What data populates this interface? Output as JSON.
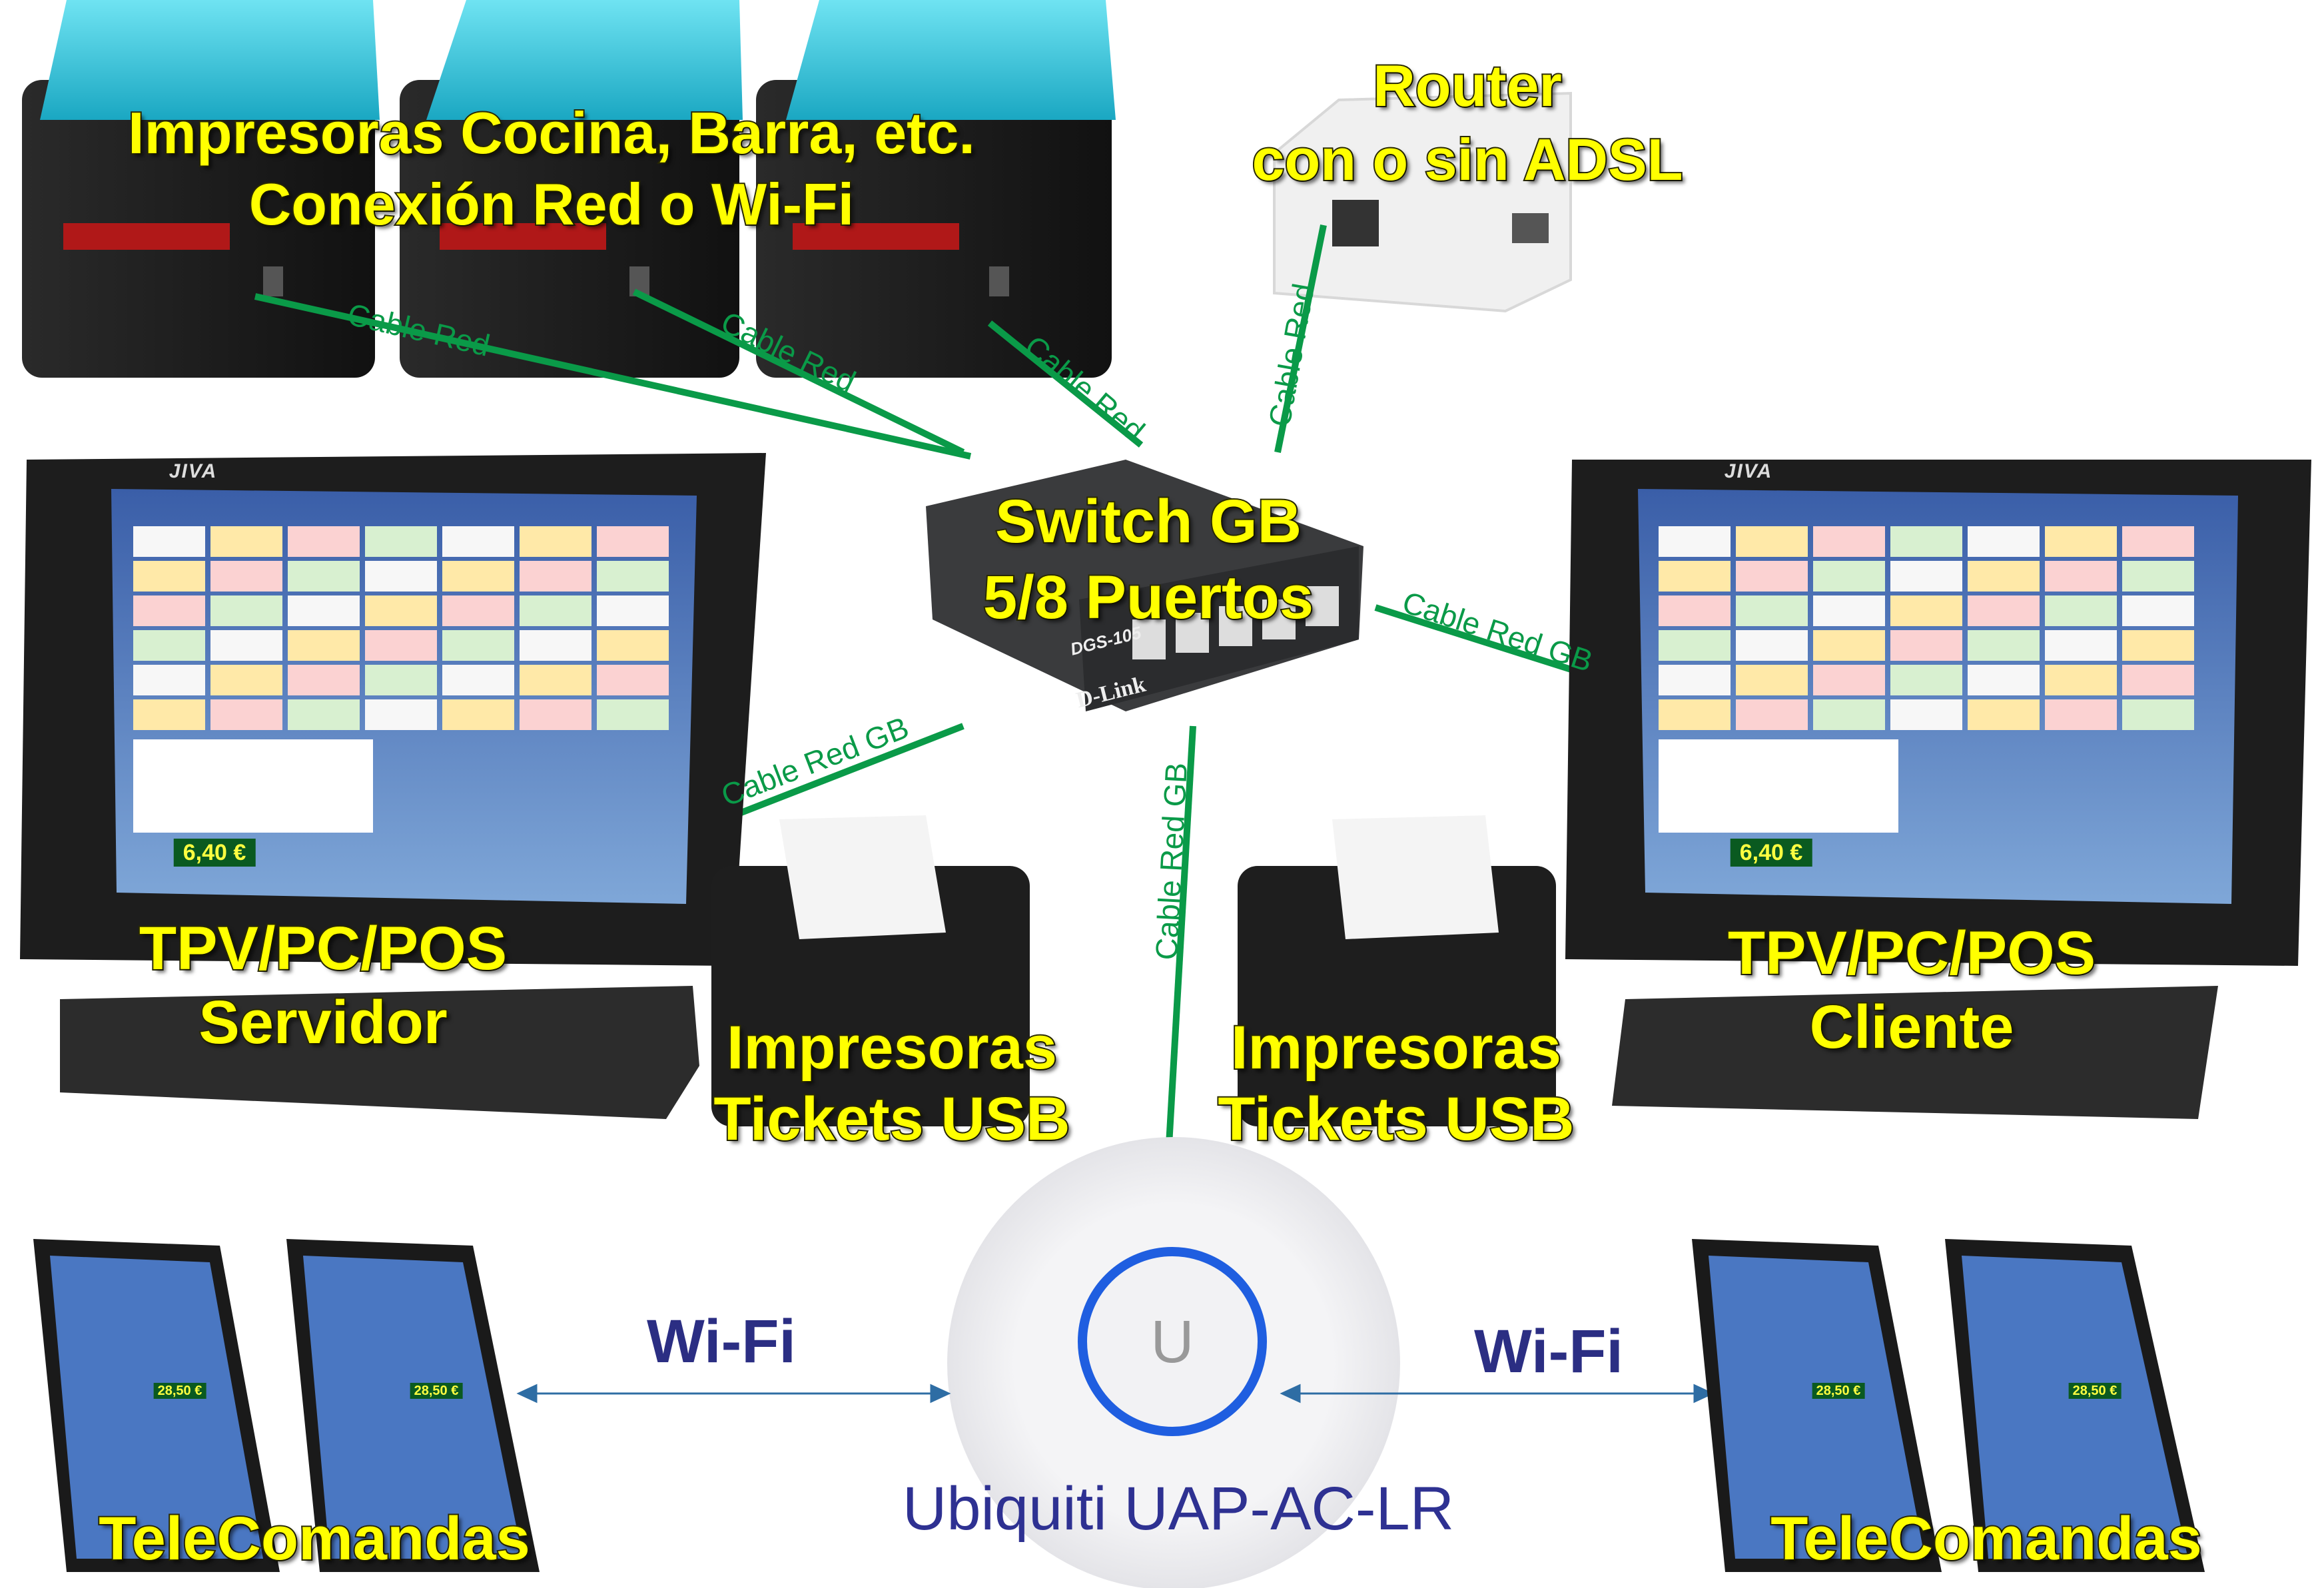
{
  "labels": {
    "kitchen_printers_line1": "Impresoras Cocina, Barra, etc.",
    "kitchen_printers_line2": "Conexión Red o Wi-Fi",
    "router_line1": "Router",
    "router_line2": "con o sin ADSL",
    "switch_line1": "Switch GB",
    "switch_line2": "5/8 Puertos",
    "server_line1": "TPV/PC/POS",
    "server_line2": "Servidor",
    "client_line1": "TPV/PC/POS",
    "client_line2": "Cliente",
    "ticket_left_line1": "Impresoras",
    "ticket_left_line2": "Tickets USB",
    "ticket_right_line1": "Impresoras",
    "ticket_right_line2": "Tickets USB",
    "wifi_left": "Wi-Fi",
    "wifi_right": "Wi-Fi",
    "access_point": "Ubiquiti UAP-AC-LR",
    "telecomandas_left": "TeleComandas",
    "telecomandas_right": "TeleComandas"
  },
  "cables": {
    "printer1": "Cable Red",
    "printer2": "Cable Red",
    "printer3": "Cable Red",
    "router": "Cable Red",
    "client": "Cable Red GB",
    "server": "Cable Red GB",
    "access_point": "Cable Red GB"
  },
  "device_text": {
    "switch_model": "DGS-105",
    "switch_brand": "D-Link",
    "monitor_brand": "JIVA",
    "screen_total": "6,40 €",
    "tablet_total": "28,50 €"
  },
  "colors": {
    "cable": "#0a9a48",
    "label_yellow": "#ffff00",
    "wifi_blue": "#2b2e83",
    "arrow": "#2e6da4"
  }
}
